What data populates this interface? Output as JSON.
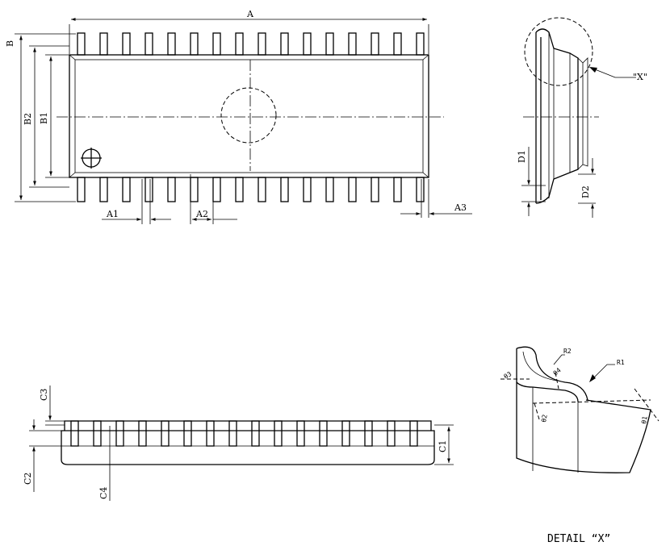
{
  "views": {
    "top": {
      "dims": {
        "A": "A",
        "B": "B",
        "B1": "B1",
        "B2": "B2",
        "A1": "A1",
        "A2": "A2",
        "A3": "A3"
      },
      "pin_count_per_side": 16
    },
    "end": {
      "dims": {
        "D1": "D1",
        "D2": "D2"
      },
      "detail_callout": "\"X\""
    },
    "side": {
      "dims": {
        "C1": "C1",
        "C2": "C2",
        "C3": "C3",
        "C4": "C4"
      },
      "pin_count": 16
    },
    "detail": {
      "dims": {
        "R1": "R1",
        "R2": "R2",
        "t1": "θ1",
        "t2": "θ2",
        "t3": "θ3",
        "t4": "θ4"
      },
      "caption": "DETAIL “X”"
    }
  }
}
